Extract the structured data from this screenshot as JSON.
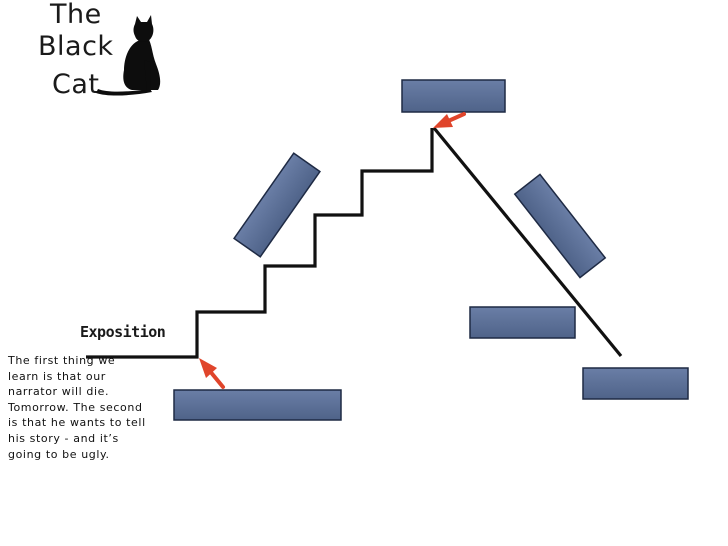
{
  "title": {
    "line1": "The",
    "line2": "Black",
    "line3": "Cat"
  },
  "exposition": {
    "heading": "Exposition",
    "text": "The first thing we learn is that our narrator will die. Tomorrow. The second is that he wants to tell his story - and it’s going to be ugly."
  },
  "colors": {
    "box_fill": "#5b6f96",
    "box_stroke": "#1e2a44",
    "arrow": "#e0452b",
    "line": "#111111"
  },
  "icons": [
    "black-cat-icon"
  ]
}
